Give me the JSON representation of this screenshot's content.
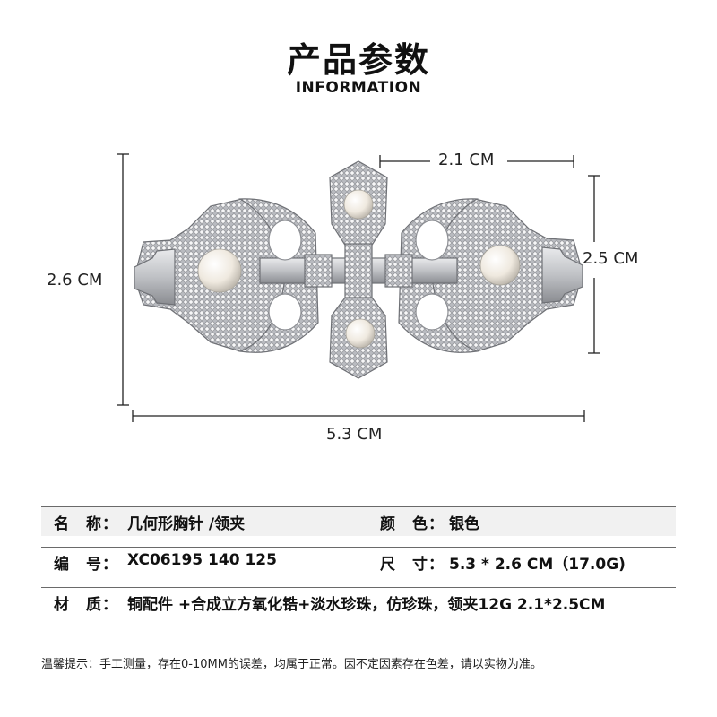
{
  "header": {
    "title": "产品参数",
    "subtitle": "INFORMATION"
  },
  "dimensions": {
    "top_width": "2.1 CM",
    "right_height": "2.5 CM",
    "left_height": "2.6 CM",
    "bottom_width": "5.3 CM"
  },
  "specs": {
    "name_label": "名　称：",
    "name_value": "几何形胸针 /领夹",
    "color_label": "颜　色：",
    "color_value": "银色",
    "code_label": "编　号：",
    "code_value": "XC06195  140 125",
    "size_label": "尺　寸：",
    "size_value": "5.3 * 2.6 CM（17.0G)",
    "material_label": "材　质：",
    "material_value": "铜配件 +合成立方氧化锆+淡水珍珠，仿珍珠，领夹12G 2.1*2.5CM"
  },
  "note": "温馨提示：手工测量，存在0-10MM的误差，均属于正常。因不定因素存在色差，请以实物为准。",
  "colors": {
    "metal": "#cfd0d3",
    "metal_dark": "#8d8f94",
    "pearl": "#f4efe6"
  }
}
